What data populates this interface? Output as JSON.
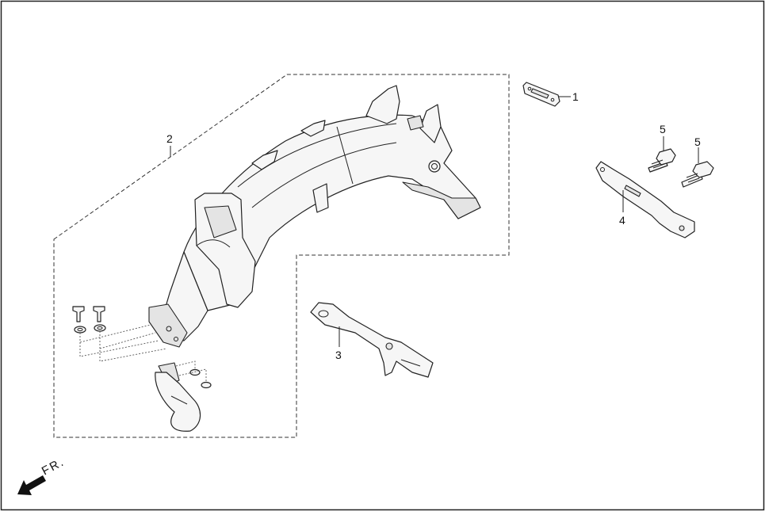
{
  "callouts": [
    {
      "id": "1",
      "text": "1"
    },
    {
      "id": "2",
      "text": "2"
    },
    {
      "id": "3",
      "text": "3"
    },
    {
      "id": "4",
      "text": "4"
    },
    {
      "id": "5a",
      "text": "5"
    },
    {
      "id": "5b",
      "text": "5"
    }
  ],
  "direction": {
    "text": "FR.",
    "icon": "front-direction-arrow-icon"
  },
  "colors": {
    "ink": "#222222",
    "background": "#ffffff"
  }
}
